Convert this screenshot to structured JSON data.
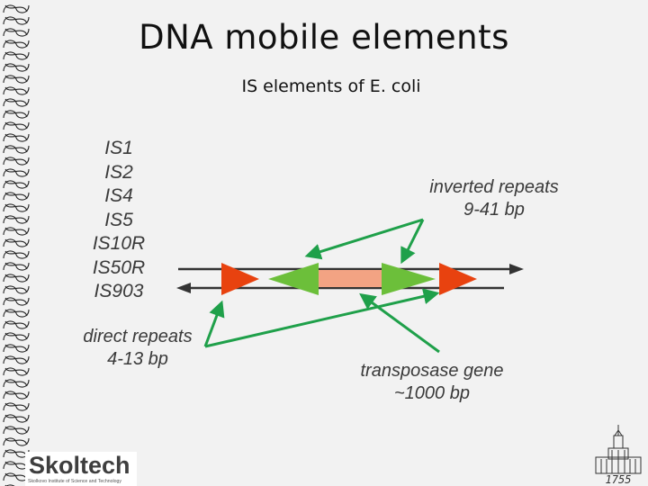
{
  "slide": {
    "title": "DNA mobile elements",
    "subtitle": "IS elements of E. coli"
  },
  "is_elements": [
    "IS1",
    "IS2",
    "IS4",
    "IS5",
    "IS10R",
    "IS50R",
    "IS903"
  ],
  "labels": {
    "inverted_repeats": [
      "inverted repeats",
      "9-41 bp"
    ],
    "direct_repeats": [
      "direct repeats",
      "4-13 bp"
    ],
    "transposase_gene": [
      "transposase gene",
      "~1000 bp"
    ]
  },
  "colors": {
    "direct_repeat": "#e8420f",
    "inverted_repeat": "#6cbf3a",
    "transposase": "#f3a383",
    "pointer": "#1fa04a",
    "strand": "#333333"
  },
  "logo": {
    "name": "Skoltech",
    "tagline": "Skolkovo Institute of Science and Technology"
  },
  "emblem": {
    "year": "1755"
  }
}
